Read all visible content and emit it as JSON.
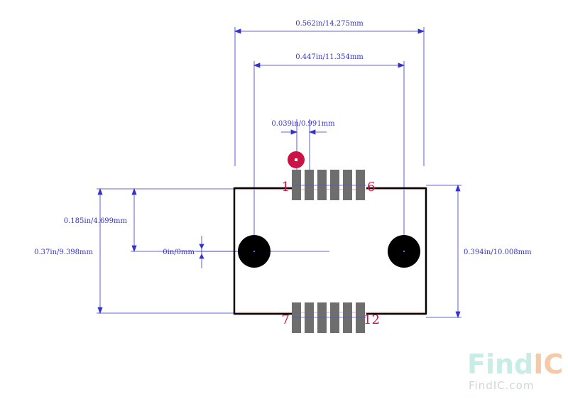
{
  "dimensions": {
    "overall_width": "0.562in/14.275mm",
    "hole_span": "0.447in/11.354mm",
    "pin_pitch": "0.039in/0.991mm",
    "half_height": "0.185in/4.699mm",
    "body_height": "0.37in/9.398mm",
    "zero_offset": "0in/0mm",
    "overall_height": "0.394in/10.008mm"
  },
  "pins": {
    "top_left": "1",
    "top_right": "6",
    "bottom_left": "7",
    "bottom_right": "12"
  },
  "watermark": {
    "brand_find": "Find",
    "brand_ic": "IC",
    "url": "FindIC.com"
  },
  "colors": {
    "dimension": "#3333cc",
    "outline": "#000000",
    "pin_label": "#cc1144",
    "pad": "#6e6e6e",
    "pin1_marker": "#cc1144",
    "watermark_find": "#c8ece6",
    "watermark_ic": "#f6c9a8"
  }
}
